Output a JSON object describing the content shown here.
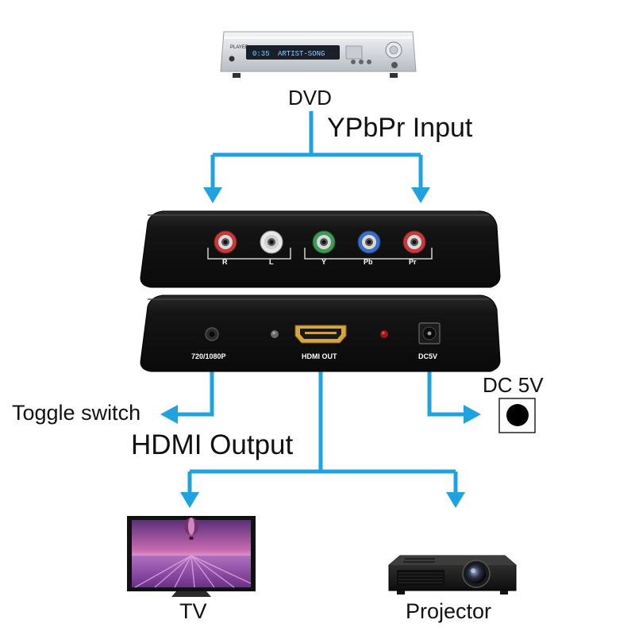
{
  "labels": {
    "dvd": "DVD",
    "ypbpr_input": "YPbPr Input",
    "toggle_switch": "Toggle switch",
    "hdmi_output": "HDMI Output",
    "dc_5v": "DC 5V",
    "tv": "TV",
    "projector": "Projector"
  },
  "dvd_player": {
    "brand": "PLAYER",
    "display_text": "ARTIST-SONG",
    "display_time": "0:35"
  },
  "input_panel": {
    "ports": [
      "R",
      "L",
      "Y",
      "Pb",
      "Pr"
    ]
  },
  "output_panel": {
    "ports": [
      "720/1080P",
      "HDMI OUT",
      "DC5V"
    ]
  },
  "colors": {
    "arrow": "#1fa3e0",
    "device_body": "#151515",
    "rca_red": "#c43b3b",
    "rca_white": "#e8e8e8",
    "rca_green": "#3e9a55",
    "rca_blue": "#3a6fc4",
    "hdmi_gold": "#d8a640"
  },
  "icons": {
    "dvd": "dvd-player-icon",
    "tv": "tv-icon",
    "projector": "projector-icon",
    "dc_jack": "dc-jack-icon"
  }
}
